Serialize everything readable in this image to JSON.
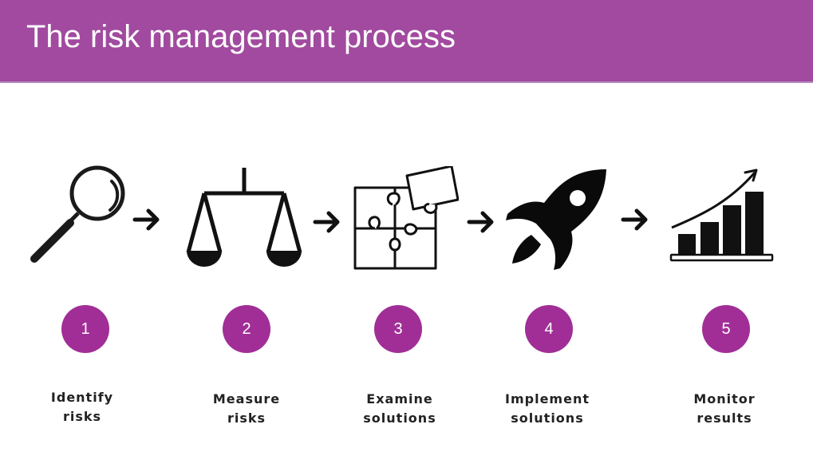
{
  "header": {
    "title": "The risk management process",
    "background_color": "#a14a9f"
  },
  "accent_color": "#a12e96",
  "steps": [
    {
      "number": "1",
      "label_line1": "Identify",
      "label_line2": "risks",
      "icon": "magnifying-glass-icon"
    },
    {
      "number": "2",
      "label_line1": "Measure",
      "label_line2": "risks",
      "icon": "scales-icon"
    },
    {
      "number": "3",
      "label_line1": "Examine",
      "label_line2": "solutions",
      "icon": "puzzle-icon"
    },
    {
      "number": "4",
      "label_line1": "Implement",
      "label_line2": "solutions",
      "icon": "rocket-icon"
    },
    {
      "number": "5",
      "label_line1": "Monitor",
      "label_line2": "results",
      "icon": "growth-chart-icon"
    }
  ],
  "connectors": [
    "arrow-right-icon",
    "arrow-right-icon",
    "arrow-right-icon",
    "arrow-right-icon"
  ]
}
